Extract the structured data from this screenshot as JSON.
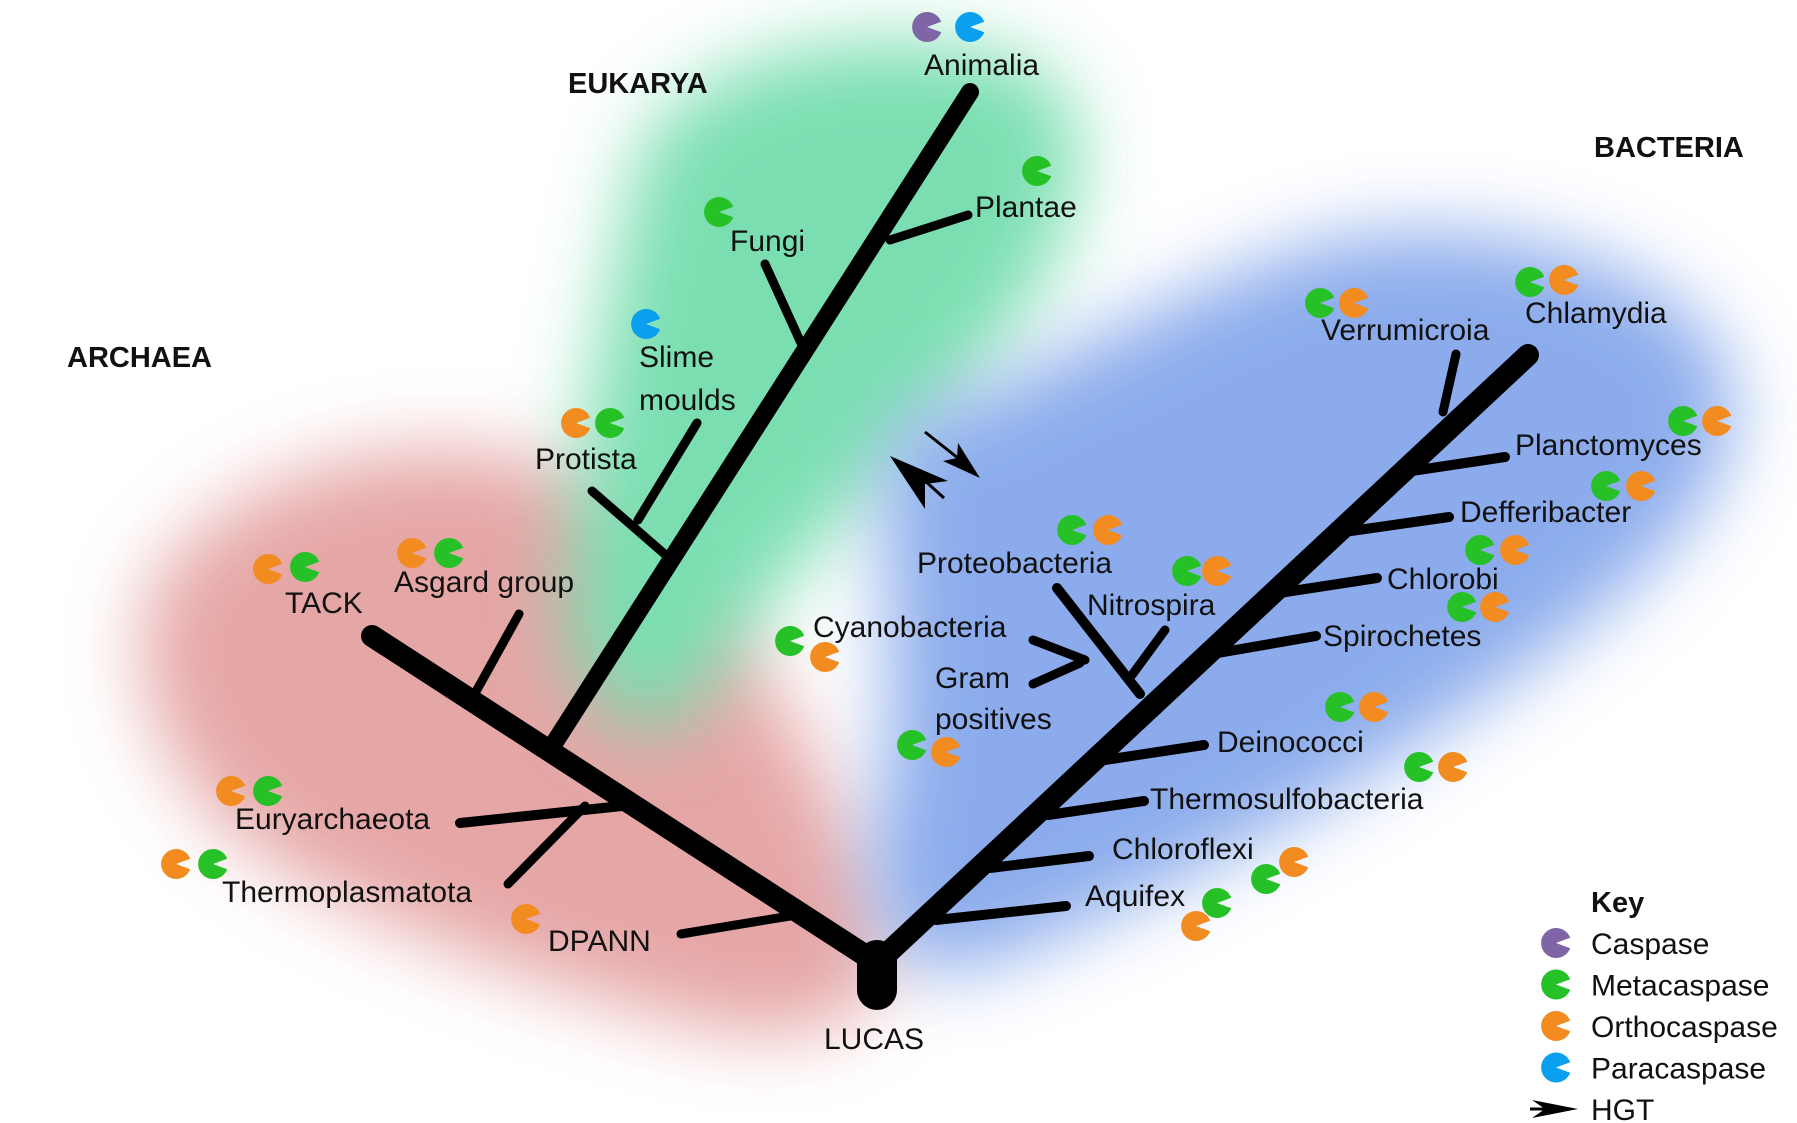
{
  "colors": {
    "caspase": "#7f64a6",
    "metacaspase": "#26c126",
    "orthocaspase": "#f28b20",
    "paracaspase": "#0b9ff0",
    "archaea_region": "#e39d9d",
    "eukarya_region": "#6ddba9",
    "bacteria_region": "#7fa3ea",
    "branch": "#000000"
  },
  "domains": {
    "archaea": "ARCHAEA",
    "eukarya": "EUKARYA",
    "bacteria": "BACTERIA"
  },
  "root": {
    "label": "LUCAS"
  },
  "taxa": {
    "animalia": {
      "label": "Animalia",
      "markers": [
        "caspase",
        "paracaspase"
      ]
    },
    "plantae": {
      "label": "Plantae",
      "markers": [
        "metacaspase"
      ]
    },
    "fungi": {
      "label": "Fungi",
      "markers": [
        "metacaspase"
      ]
    },
    "slime_moulds": {
      "label_line1": "Slime",
      "label_line2": "moulds",
      "markers": [
        "paracaspase"
      ]
    },
    "protista": {
      "label": "Protista",
      "markers": [
        "orthocaspase",
        "metacaspase"
      ]
    },
    "tack": {
      "label": "TACK",
      "markers": [
        "orthocaspase",
        "metacaspase"
      ]
    },
    "asgard": {
      "label": "Asgard group",
      "markers": [
        "orthocaspase",
        "metacaspase"
      ]
    },
    "euryarchaeota": {
      "label": "Euryarchaeota",
      "markers": [
        "orthocaspase",
        "metacaspase"
      ]
    },
    "thermoplasmatota": {
      "label": "Thermoplasmatota",
      "markers": [
        "orthocaspase",
        "metacaspase"
      ]
    },
    "dpann": {
      "label": "DPANN",
      "markers": [
        "orthocaspase"
      ]
    },
    "verrumicroia": {
      "label": "Verrumicroia",
      "markers": [
        "metacaspase",
        "orthocaspase"
      ]
    },
    "chlamydia": {
      "label": "Chlamydia",
      "markers": [
        "metacaspase",
        "orthocaspase"
      ]
    },
    "planctomyces": {
      "label": "Planctomyces",
      "markers": [
        "metacaspase",
        "orthocaspase"
      ]
    },
    "defferibacter": {
      "label": "Defferibacter",
      "markers": [
        "metacaspase",
        "orthocaspase"
      ]
    },
    "chlorobi": {
      "label": "Chlorobi",
      "markers": [
        "metacaspase",
        "orthocaspase"
      ]
    },
    "spirochetes": {
      "label": "Spirochetes",
      "markers": [
        "metacaspase",
        "orthocaspase"
      ]
    },
    "proteobacteria": {
      "label": "Proteobacteria",
      "markers": [
        "metacaspase",
        "orthocaspase"
      ]
    },
    "nitrospira": {
      "label": "Nitrospira",
      "markers": [
        "metacaspase",
        "orthocaspase"
      ]
    },
    "cyanobacteria": {
      "label": "Cyanobacteria",
      "markers": [
        "metacaspase",
        "orthocaspase"
      ]
    },
    "gram_positives": {
      "label_line1": "Gram",
      "label_line2": "positives",
      "markers": [
        "metacaspase",
        "orthocaspase"
      ]
    },
    "deinococci": {
      "label": "Deinococci",
      "markers": [
        "metacaspase",
        "orthocaspase"
      ]
    },
    "thermosulfobacteria": {
      "label": "Thermosulfobacteria",
      "markers": [
        "metacaspase",
        "orthocaspase"
      ]
    },
    "chloroflexi": {
      "label": "Chloroflexi",
      "markers": [
        "metacaspase",
        "orthocaspase"
      ]
    },
    "aquifex": {
      "label": "Aquifex",
      "markers": [
        "orthocaspase",
        "metacaspase"
      ]
    }
  },
  "key": {
    "title": "Key",
    "items": [
      {
        "id": "caspase",
        "label": "Caspase"
      },
      {
        "id": "metacaspase",
        "label": "Metacaspase"
      },
      {
        "id": "orthocaspase",
        "label": "Orthocaspase"
      },
      {
        "id": "paracaspase",
        "label": "Paracaspase"
      },
      {
        "id": "hgt",
        "label": "HGT"
      }
    ]
  }
}
